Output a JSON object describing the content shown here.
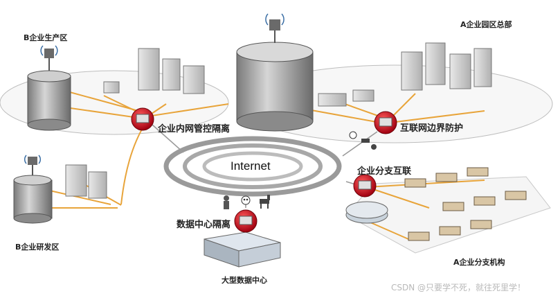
{
  "labels": {
    "b_production": "B企业生产区",
    "a_headquarters": "A企业园区总部",
    "b_rnd": "B企业研发区",
    "a_branch": "A企业分支机构",
    "data_center": "大型数据中心",
    "internet": "Internet"
  },
  "firewalls": {
    "intranet": "企业内网管控隔离",
    "border": "互联网边界防护",
    "branch": "企业分支互联",
    "datacenter": "数据中心隔离"
  },
  "watermark": "CSDN @只要学不死，就往死里学！",
  "colors": {
    "link": "#e8a43a",
    "firewall": "#c8102e",
    "ring": "#8c8c8c"
  }
}
